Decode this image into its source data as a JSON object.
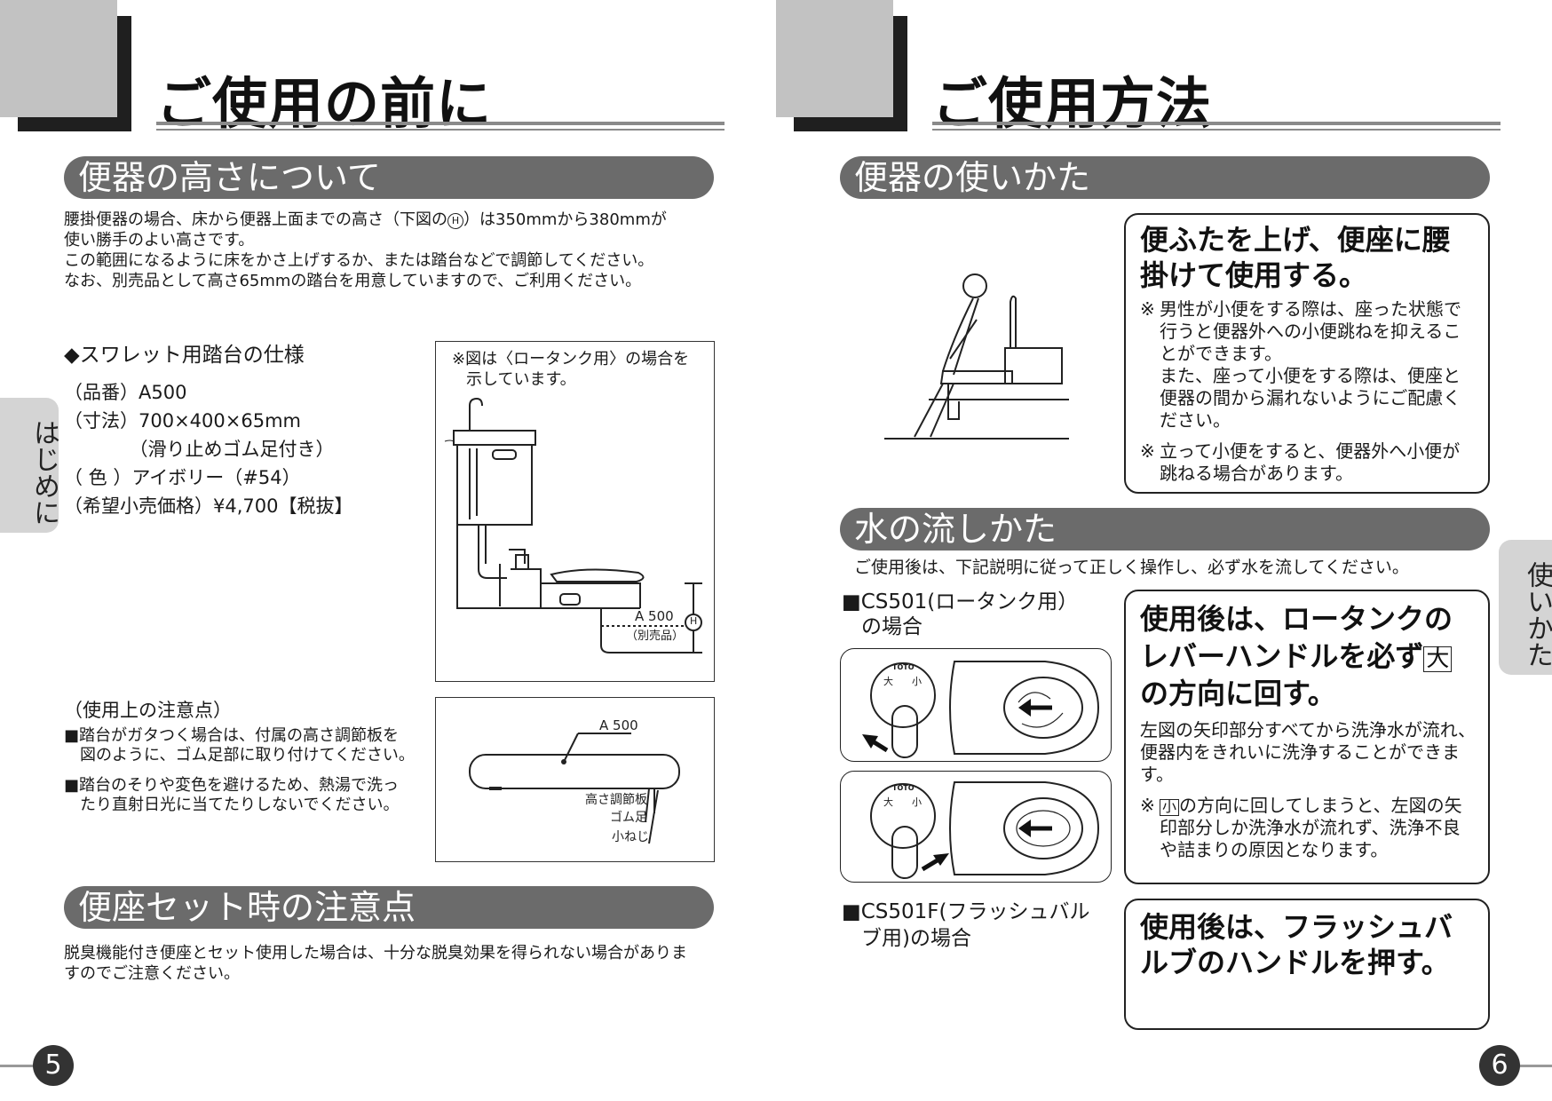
{
  "left": {
    "title": "ご使用の前に",
    "section1": {
      "heading": "便器の高さについて",
      "paragraph_1a": "腰掛便器の場合、床から便器上面までの高さ（下図の",
      "h_mark": "H",
      "paragraph_1b": "）は350mmから380mmが",
      "paragraph_2": "使い勝手のよい高さです。",
      "paragraph_3": "この範囲になるように床をかさ上げするか、または踏台などで調節してください。",
      "paragraph_4": "なお、別売品として高さ65mmの踏台を用意していますので、ご利用ください。"
    },
    "spec": {
      "title": "◆スワレット用踏台の仕様",
      "rows": [
        "（品番）A500",
        "（寸法）700×400×65mm",
        "　　　　（滑り止めゴム足付き）",
        "（ 色 ）アイボリー（#54）",
        "（希望小売価格）¥4,700【税抜】"
      ]
    },
    "figure1": {
      "note_1": "※図は〈ロータンク用〉の場合を",
      "note_2": "示しています。",
      "label_model": "A 500",
      "label_sold": "（別売品）",
      "label_h": "H"
    },
    "caution": {
      "title": "（使用上の注意点）",
      "items": [
        [
          "■踏台がガタつく場合は、付属の高さ調節板を",
          "図のように、ゴム足部に取り付けてください。"
        ],
        [
          "■踏台のそりや変色を避けるため、熱湯で洗っ",
          "たり直射日光に当てたりしないでください。"
        ]
      ]
    },
    "figure2": {
      "label_model": "A 500",
      "label_plate": "高さ調節板",
      "label_rubber": "ゴム足",
      "label_screw": "小ねじ"
    },
    "section2": {
      "heading": "便座セット時の注意点",
      "line_1": "脱臭機能付き便座とセット使用した場合は、十分な脱臭効果を得られない場合がありま",
      "line_2": "すのでご注意ください。"
    },
    "tab": "はじめに",
    "page_number": "5"
  },
  "right": {
    "title": "ご使用方法",
    "section1": {
      "heading": "便器の使いかた",
      "box": {
        "head_1": "便ふたを上げ、便座に腰",
        "head_2": "掛けて使用する。",
        "note1": [
          "男性が小便をする際は、座った状態で",
          "行うと便器外への小便跳ねを抑えるこ",
          "とができます。",
          "また、座って小便をする際は、便座と",
          "便器の間から漏れないようにご配慮く",
          "ださい。"
        ],
        "note2": [
          "立って小便をすると、便器外へ小便が",
          "跳ねる場合があります。"
        ],
        "mark": "※"
      }
    },
    "section2": {
      "heading": "水の流しかた",
      "intro": "ご使用後は、下記説明に従って正しく操作し、必ず水を流してください。",
      "cs501": {
        "label_1": "■CS501(ロータンク用）",
        "label_2": "の場合",
        "lever_brand": "TOTO",
        "lever_big": "大",
        "lever_small": "小"
      },
      "box1": {
        "head_1": "使用後は、ロータンクの",
        "head_2a": "レバーハンドルを必ず",
        "head_2k": "大",
        "head_3": "の方向に回す。",
        "text": [
          "左図の矢印部分すべてから洗浄水が流れ、",
          "便器内をきれいに洗浄することができま",
          "す。"
        ],
        "note_mark": "※",
        "note_k": "小",
        "note_1": "の方向に回してしまうと、左図の矢",
        "note_2": "印部分しか洗浄水が流れず、洗浄不良",
        "note_3": "や詰まりの原因となります。"
      },
      "cs501f": {
        "label_1": "■CS501F(フラッシュバル",
        "label_2": "ブ用)の場合"
      },
      "box2": {
        "head_1": "使用後は、フラッシュバ",
        "head_2": "ルブのハンドルを押す。"
      }
    },
    "tab": "使いかた",
    "page_number": "6"
  }
}
